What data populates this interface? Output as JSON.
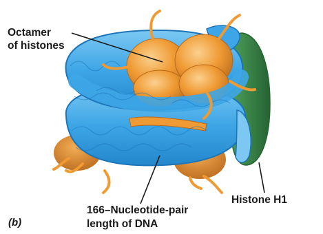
{
  "labels": {
    "octamer_line1": "Octamer",
    "octamer_line2": "of histones",
    "histone_h1": "Histone H1",
    "dna_line1": "166–Nucleotide-pair",
    "dna_line2": "length of DNA",
    "panel": "(b)"
  },
  "colors": {
    "dna_fill": "#3ea6e6",
    "dna_dark": "#1b74b8",
    "dna_light": "#7cc8f2",
    "histone_fill": "#ef9a33",
    "histone_dark": "#b8681a",
    "histone_light": "#f8c27a",
    "h1_fill": "#3f8a4c",
    "h1_dark": "#256333",
    "leader": "#1a1a1a"
  }
}
